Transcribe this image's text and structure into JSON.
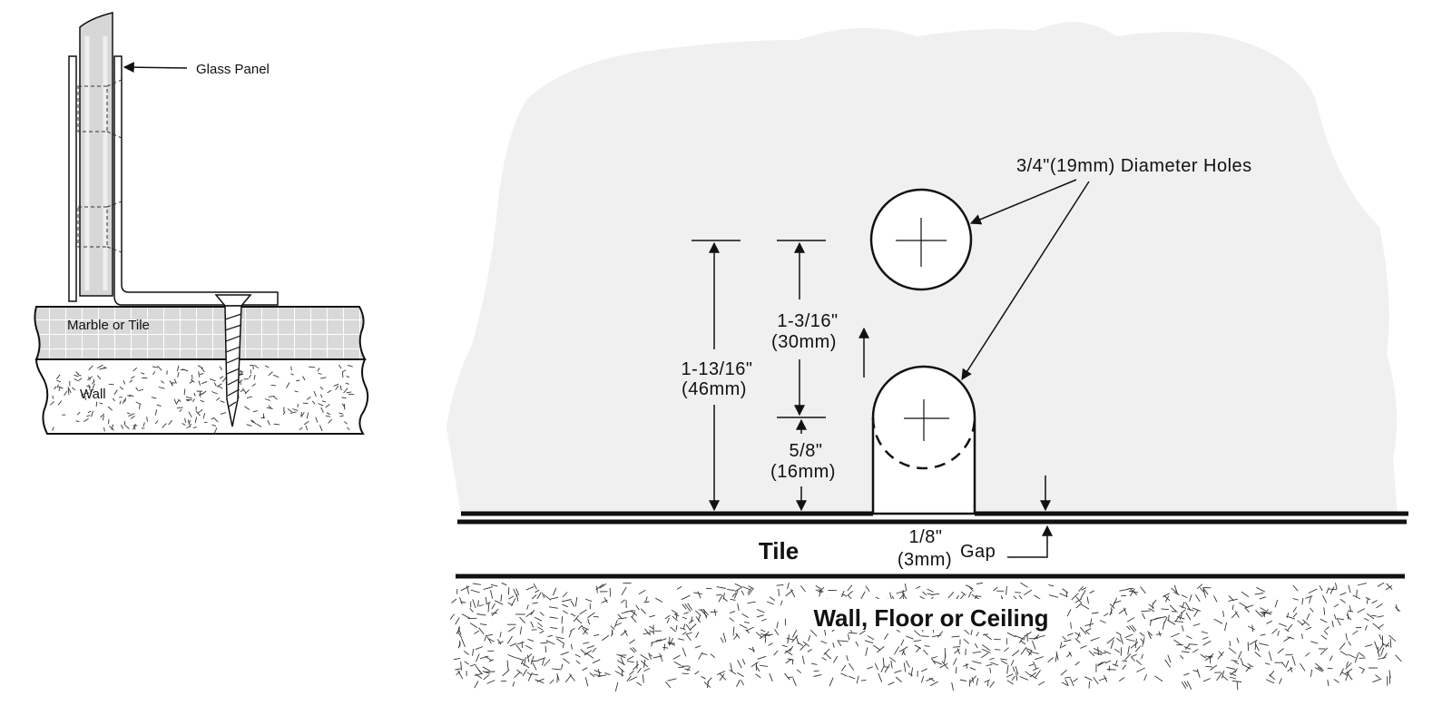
{
  "colors": {
    "glass_background": "#f0f0f0",
    "tile_band": "#dadada",
    "line": "#111111",
    "white": "#ffffff"
  },
  "left_detail": {
    "glass_panel_label": "Glass Panel",
    "tile_label": "Marble or Tile",
    "wall_label": "Wall"
  },
  "main_detail": {
    "hole_callout": "3/4\"(19mm) Diameter Holes",
    "dim_total_in": "1-13/16\"",
    "dim_total_mm": "(46mm)",
    "dim_upper_in": "1-3/16\"",
    "dim_upper_mm": "(30mm)",
    "dim_lower_in": "5/8\"",
    "dim_lower_mm": "(16mm)",
    "gap_in": "1/8\"",
    "gap_mm": "(3mm)",
    "gap_label": "Gap",
    "tile_label": "Tile",
    "substrate_label": "Wall, Floor or Ceiling"
  }
}
